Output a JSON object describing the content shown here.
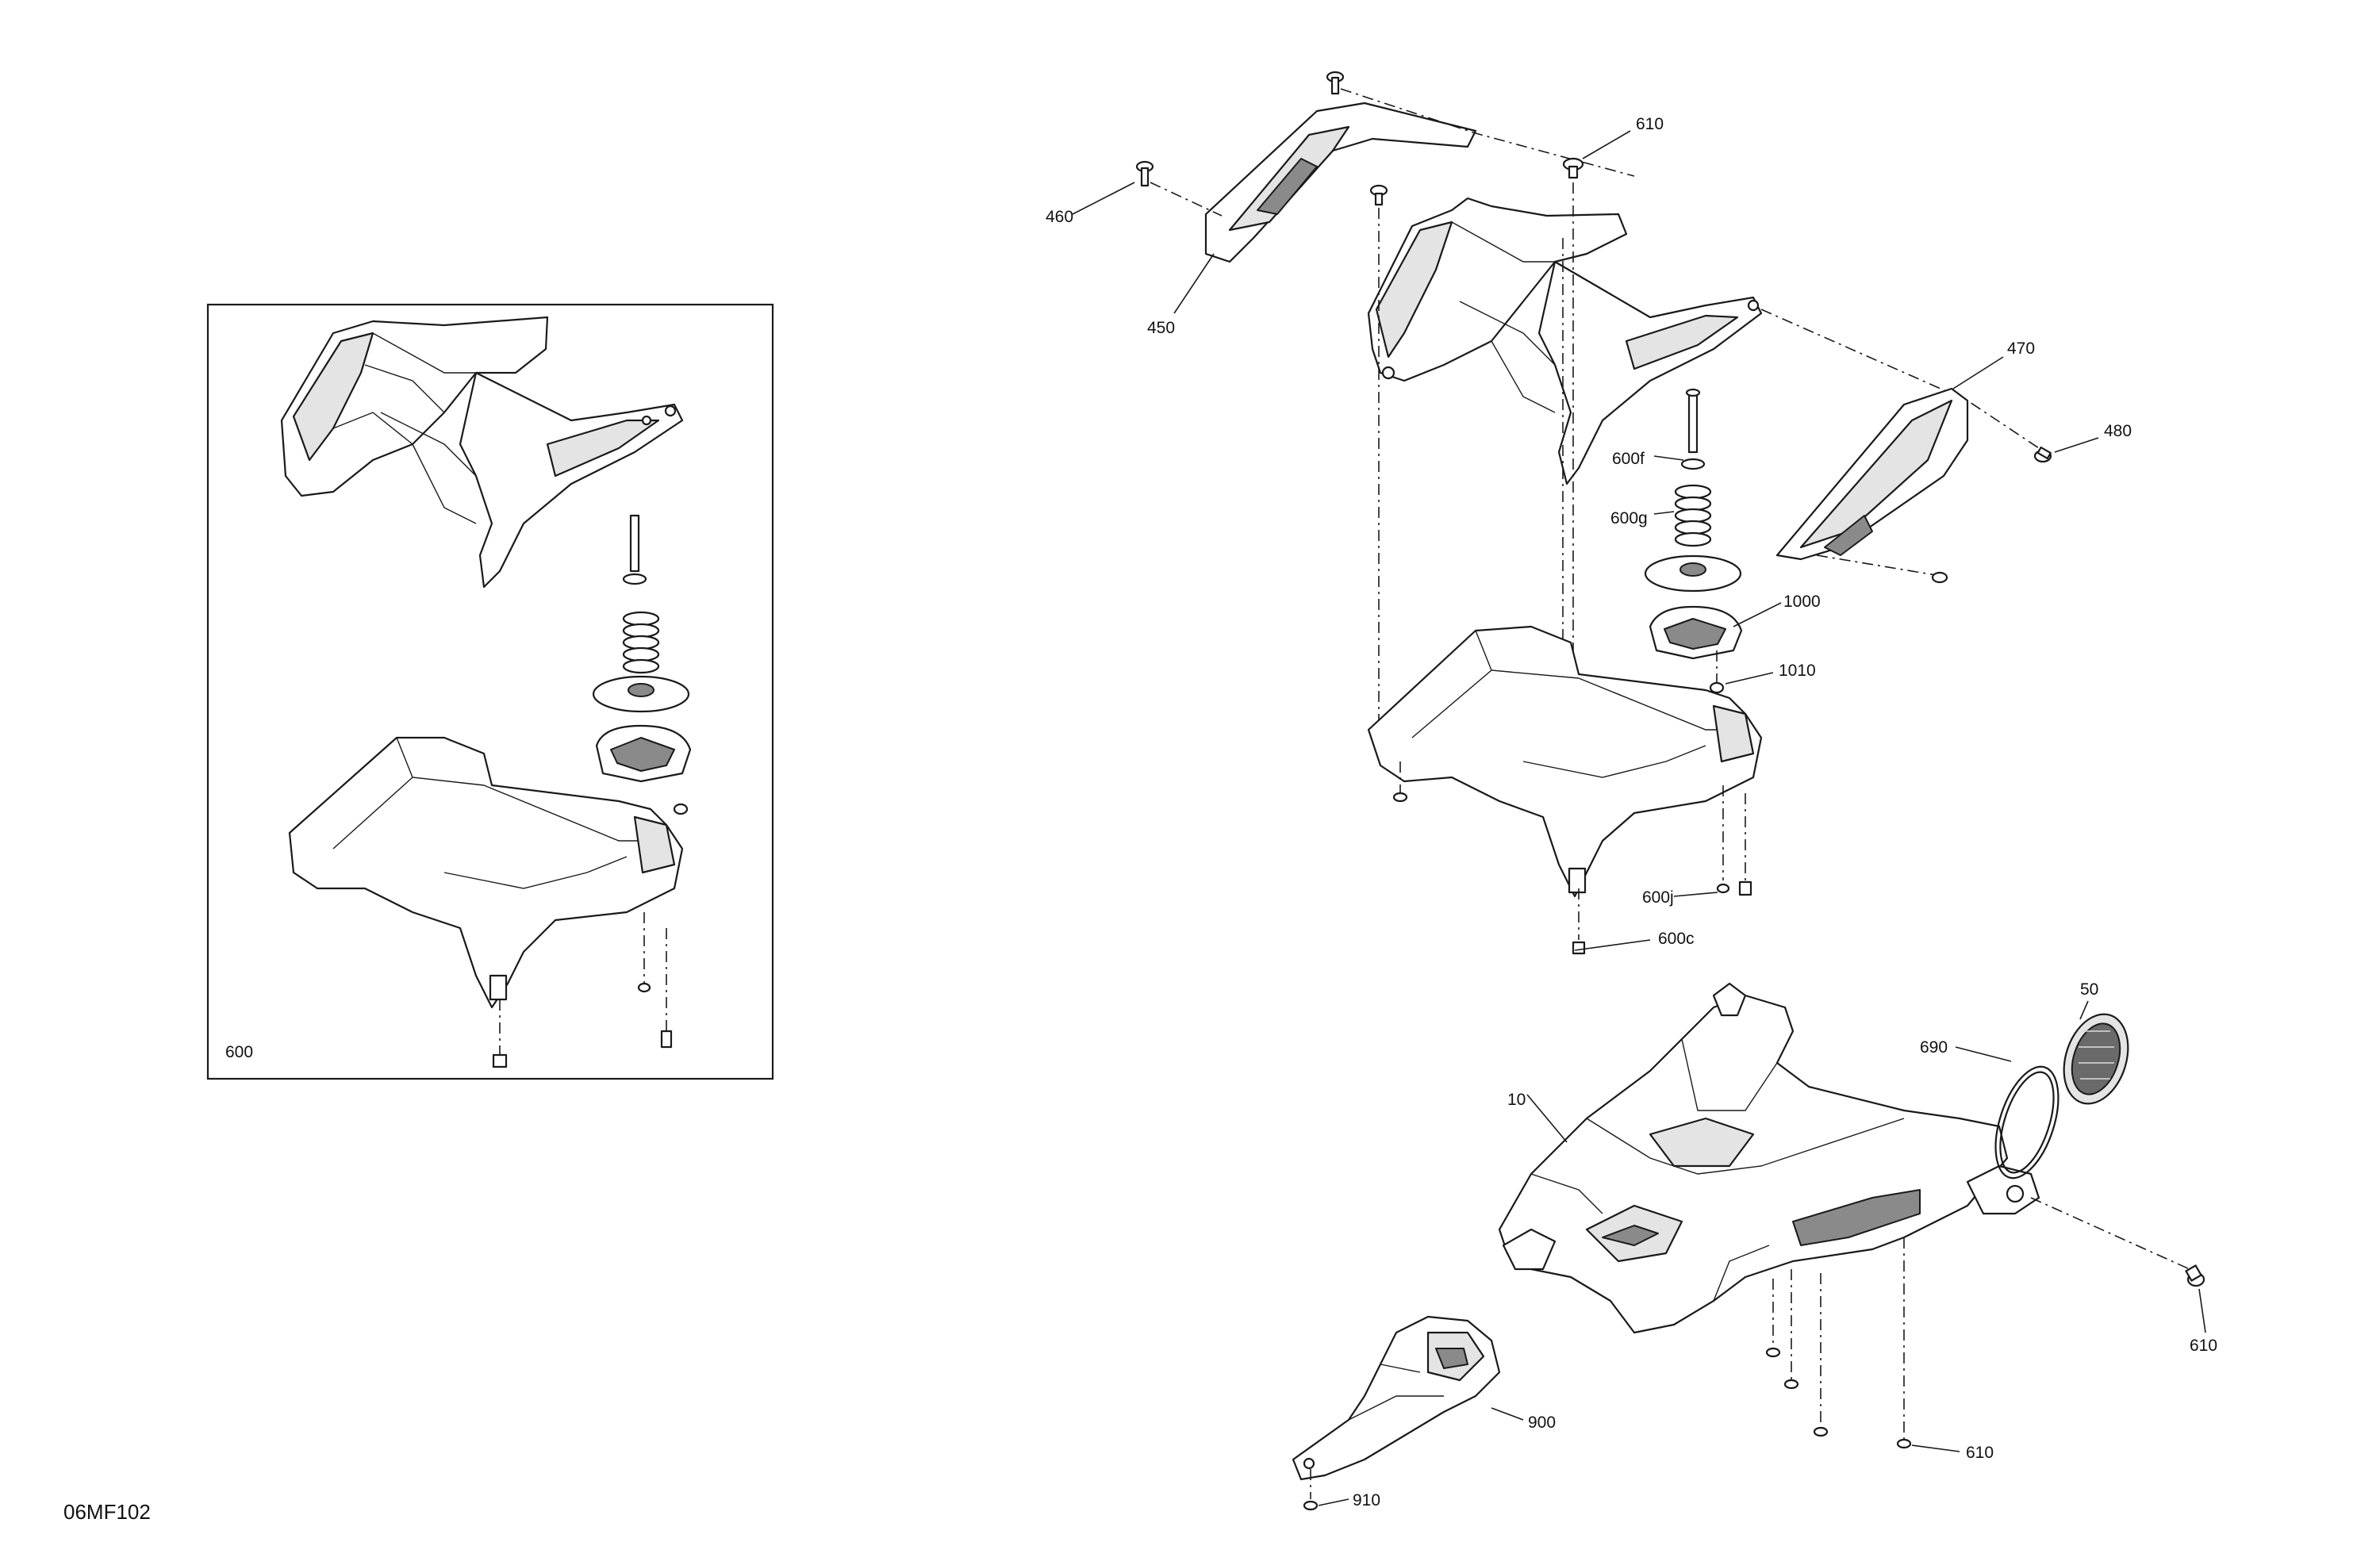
{
  "diagram": {
    "reference": "06MF102",
    "inset_label": "600",
    "callouts": {
      "c460": "460",
      "c450": "450",
      "c610_top": "610",
      "c470": "470",
      "c480": "480",
      "c600f": "600f",
      "c600g": "600g",
      "c1000": "1000",
      "c1010": "1010",
      "c600j": "600j",
      "c600c": "600c",
      "c50": "50",
      "c690": "690",
      "c10": "10",
      "c610_right": "610",
      "c900": "900",
      "c610_bottom": "610",
      "c910": "910"
    }
  }
}
